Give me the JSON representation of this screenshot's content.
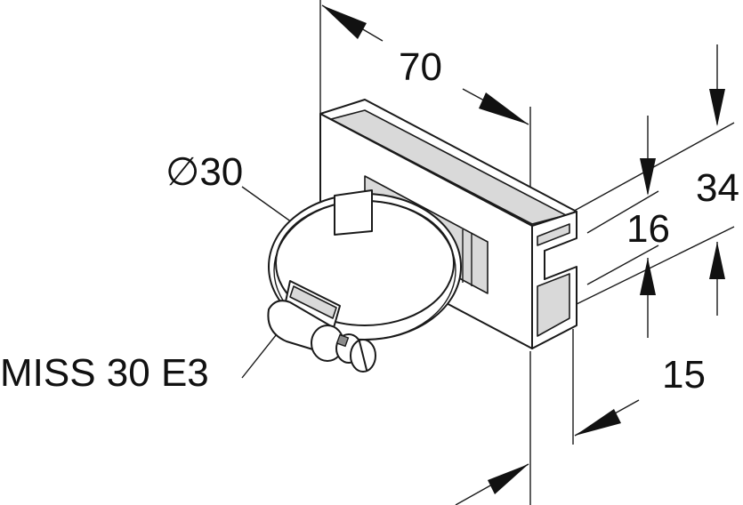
{
  "drawing": {
    "dimension_width": "70",
    "dimension_height_total": "34",
    "dimension_slot_opening": "16",
    "dimension_depth": "15",
    "dimension_diameter": "30",
    "diameter_symbol": "∅",
    "part_label": "MISS 30 E3"
  }
}
